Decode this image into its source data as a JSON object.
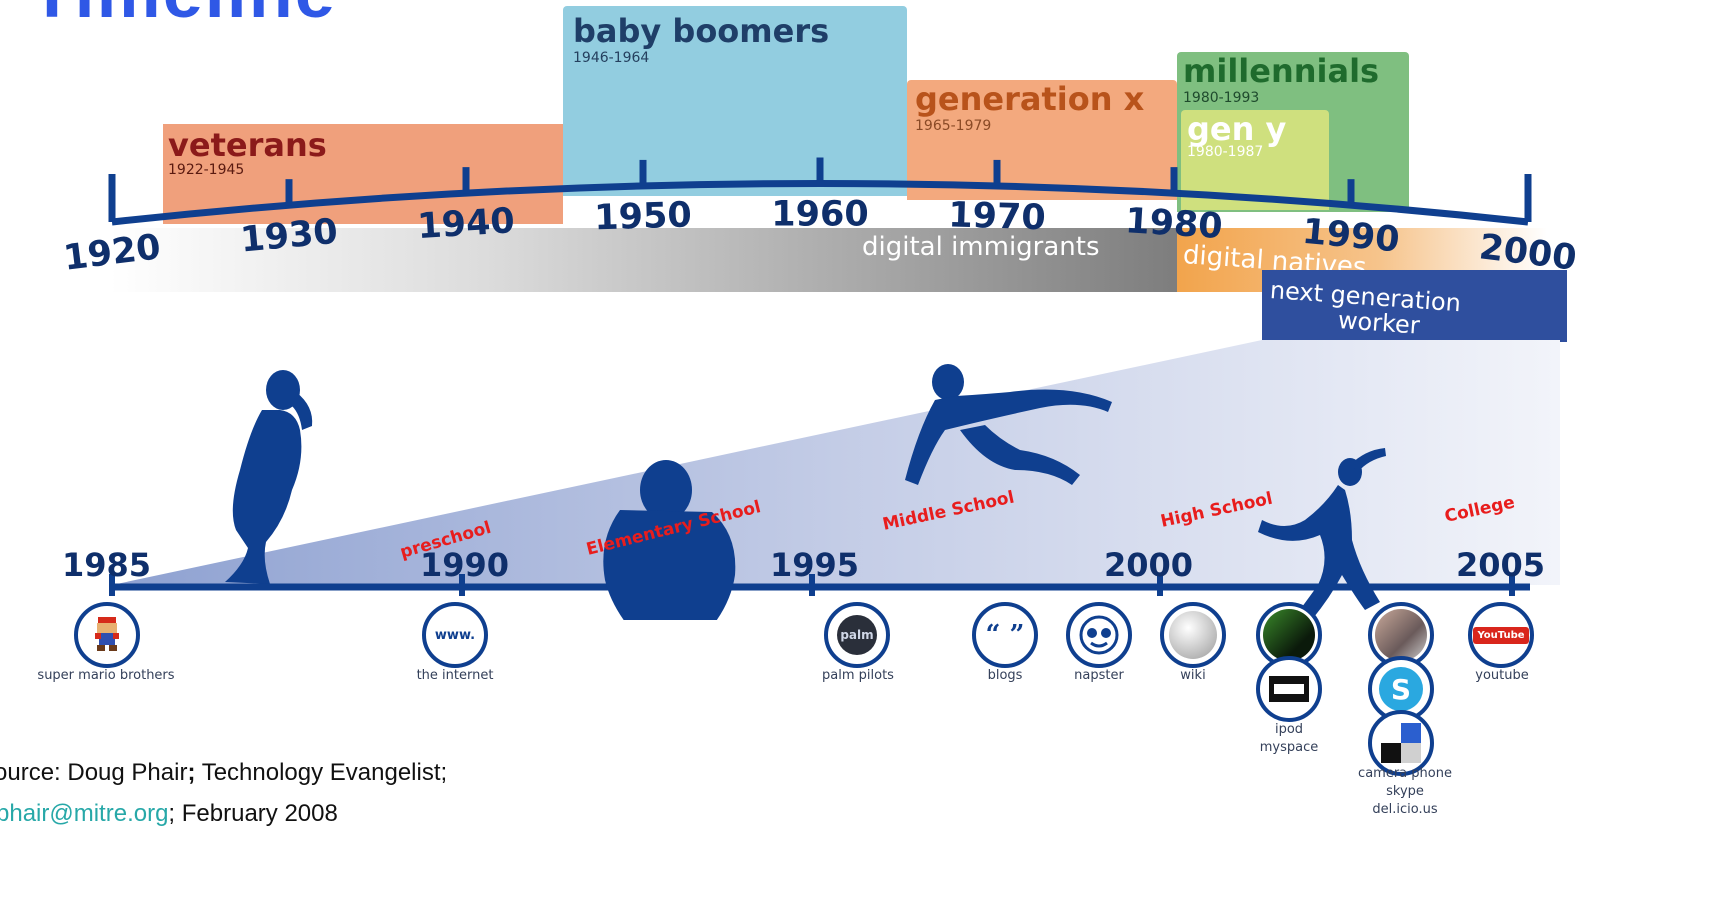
{
  "title_fragment": "Timeline",
  "generations": [
    {
      "name": "veterans",
      "years": "1922-1945",
      "color": "#f0a07c",
      "name_color": "#8b1a1a"
    },
    {
      "name": "baby boomers",
      "years": "1946-1964",
      "color": "#92cde0",
      "name_color": "#1f3e68"
    },
    {
      "name": "generation x",
      "years": "1965-1979",
      "color": "#f3a97e",
      "name_color": "#b8531b"
    },
    {
      "name": "millennials",
      "years": "1980-1993",
      "color": "#7fbf80",
      "name_color": "#1f6b2d"
    },
    {
      "name": "gen y",
      "years": "1980-1987",
      "color": "#cfe07e",
      "name_color": "#ffffff"
    }
  ],
  "top_axis_years": [
    "1920",
    "1930",
    "1940",
    "1950",
    "1960",
    "1970",
    "1980",
    "1990",
    "2000"
  ],
  "bands": {
    "digital_immigrants": "digital immigrants",
    "digital_natives": "digital natives",
    "next_generation_line1": "next generation",
    "next_generation_line2": "worker"
  },
  "bottom_axis_years": [
    "1985",
    "1990",
    "1995",
    "2000",
    "2005"
  ],
  "stages": [
    "preschool",
    "Elementary School",
    "Middle School",
    "High School",
    "College"
  ],
  "tech": [
    {
      "label": "super mario brothers",
      "icon": "mario-icon"
    },
    {
      "label": "the internet",
      "icon": "www-icon"
    },
    {
      "label": "palm pilots",
      "icon": "palm-icon"
    },
    {
      "label": "blogs",
      "icon": "quote-icon"
    },
    {
      "label": "napster",
      "icon": "napster-icon"
    },
    {
      "label": "wiki",
      "icon": "wiki-globe-icon"
    },
    {
      "label": "ipod",
      "icon": "ipod-icon"
    },
    {
      "label": "myspace",
      "icon": "myspace-icon"
    },
    {
      "label": "youtube",
      "icon": "youtube-icon"
    },
    {
      "label": "camera phone",
      "icon": "camera-phone-icon"
    },
    {
      "label": "skype",
      "icon": "skype-icon"
    },
    {
      "label": "del.icio.us",
      "icon": "delicious-icon"
    }
  ],
  "youtube_badge": "YouTube",
  "source": {
    "prefix": "ource: Doug Phair",
    "sep": ";",
    "rest": "  Technology Evangelist;",
    "email": "phair@mitre.org",
    "date": "; February 2008"
  },
  "colors": {
    "navy": "#0f3f8f",
    "stage_red": "#e81d1d",
    "natives_orange": "#f2a44c"
  }
}
